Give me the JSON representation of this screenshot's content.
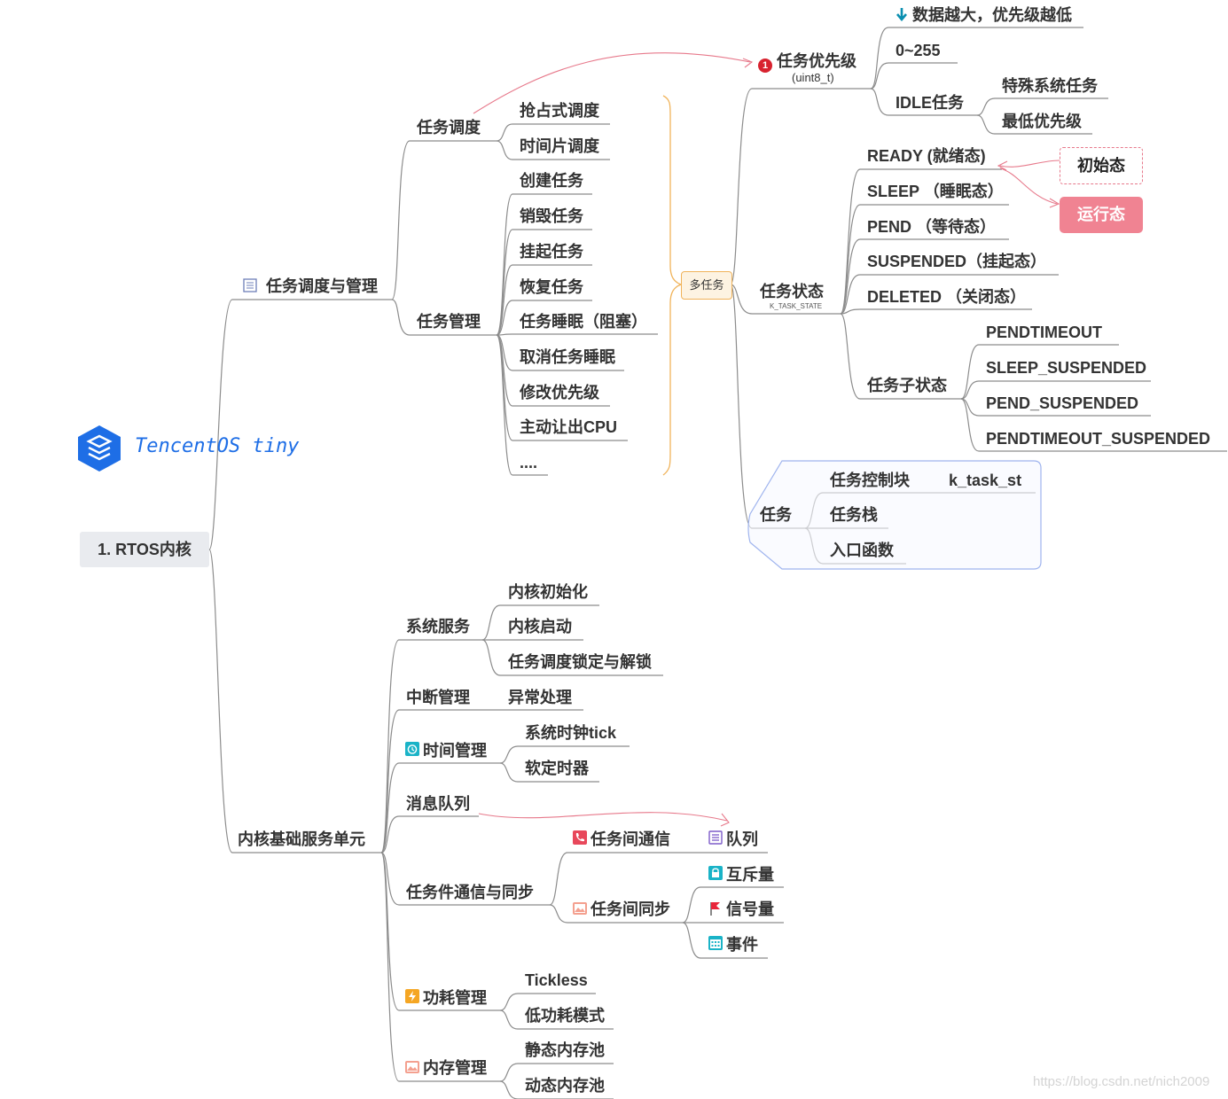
{
  "root": {
    "label": "1. RTOS内核"
  },
  "logo": {
    "text": "TencentOS  tiny",
    "icon": "tencentos-cube-logo"
  },
  "branch_sched": {
    "label": "任务调度与管理",
    "icon": "list-icon",
    "dispatch": {
      "label": "任务调度",
      "children": [
        "抢占式调度",
        "时间片调度"
      ]
    },
    "manage": {
      "label": "任务管理",
      "children": [
        "创建任务",
        "销毁任务",
        "挂起任务",
        "恢复任务",
        "任务睡眠（阻塞）",
        "取消任务睡眠",
        "修改优先级",
        "主动让出CPU",
        "...."
      ]
    },
    "summary_label": "多任务"
  },
  "priority": {
    "badge": "1",
    "label": "任务优先级",
    "sub": "(uint8_t)",
    "rule": "数据越大，优先级越低",
    "rule_icon": "arrow-down-icon",
    "range": "0~255",
    "idle": {
      "label": "IDLE任务",
      "children": [
        "特殊系统任务",
        "最低优先级"
      ]
    }
  },
  "states": {
    "label": "任务状态",
    "sub": "K_TASK_STATE",
    "items": [
      "READY (就绪态)",
      "SLEEP （睡眠态）",
      "PEND （等待态）",
      "SUSPENDED（挂起态）",
      "DELETED （关闭态）"
    ],
    "substate": {
      "label": "任务子状态",
      "children": [
        "PENDTIMEOUT",
        "SLEEP_SUSPENDED",
        "PEND_SUSPENDED",
        "PENDTIMEOUT_SUSPENDED"
      ]
    },
    "init_label": "初始态",
    "run_label": "运行态"
  },
  "task": {
    "label": "任务",
    "children": [
      "任务控制块",
      "任务栈",
      "入口函数"
    ],
    "tcb_type": "k_task_st"
  },
  "branch_kernel": {
    "label": "内核基础服务单元",
    "sys": {
      "label": "系统服务",
      "children": [
        "内核初始化",
        "内核启动",
        "任务调度锁定与解锁"
      ]
    },
    "irq": {
      "label": "中断管理",
      "child": "异常处理"
    },
    "time": {
      "label": "时间管理",
      "icon": "alarm-clock-icon",
      "children": [
        "系统时钟tick",
        "软定时器"
      ]
    },
    "msgq": {
      "label": "消息队列"
    },
    "comm": {
      "label": "任务件通信与同步",
      "ipc": {
        "label": "任务间通信",
        "icon": "phone-icon",
        "child": "队列",
        "child_icon": "list-icon"
      },
      "sync": {
        "label": "任务间同步",
        "icon": "envelope-icon",
        "children": [
          {
            "label": "互斥量",
            "icon": "lock-icon"
          },
          {
            "label": "信号量",
            "icon": "flag-icon"
          },
          {
            "label": "事件",
            "icon": "calendar-icon"
          }
        ]
      }
    },
    "power": {
      "label": "功耗管理",
      "icon": "lightning-icon",
      "children": [
        "Tickless",
        "低功耗模式"
      ]
    },
    "mem": {
      "label": "内存管理",
      "icon": "picture-icon",
      "children": [
        "静态内存池",
        "动态内存池"
      ]
    }
  },
  "watermark": "https://blog.csdn.net/nich2009",
  "colors": {
    "line": "#8c8c8c",
    "relation": "#e7798b",
    "bracket": "#f0b35a",
    "group_border": "#9fb4ee",
    "logo": "#1e6ee6"
  }
}
